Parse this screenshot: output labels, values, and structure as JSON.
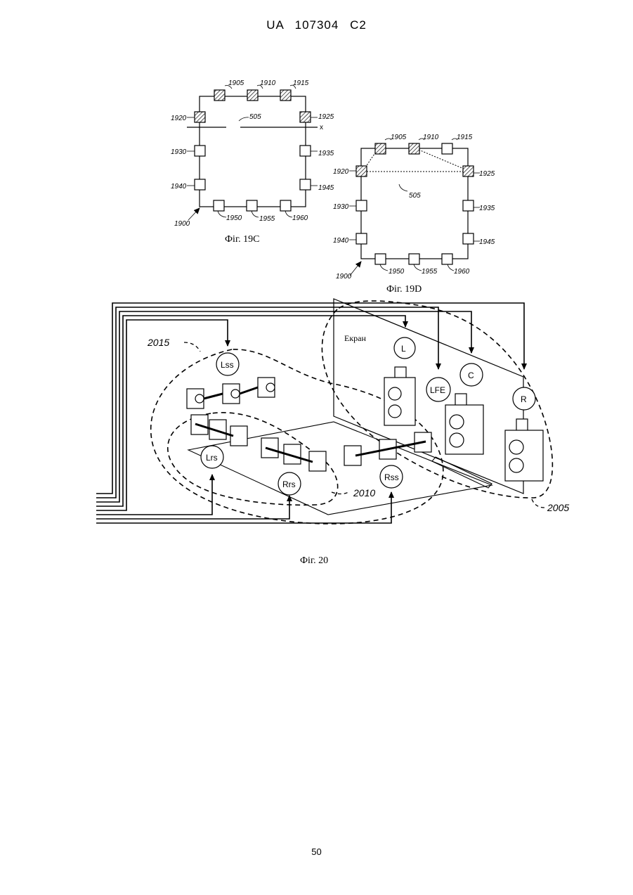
{
  "header": {
    "country": "UA",
    "number": "107304",
    "kind": "C2"
  },
  "page_number": "50",
  "fig19c": {
    "caption": "Фіг. 19С",
    "labels": {
      "n1905": "1905",
      "n1910": "1910",
      "n1915": "1915",
      "n1920": "1920",
      "n1925": "1925",
      "n505": "505",
      "x": "x",
      "n1930": "1930",
      "n1935": "1935",
      "n1940": "1940",
      "n1945": "1945",
      "n1950": "1950",
      "n1955": "1955",
      "n1960": "1960",
      "n1900": "1900"
    }
  },
  "fig19d": {
    "caption": "Фіг. 19D",
    "labels": {
      "n1905": "1905",
      "n1910": "1910",
      "n1915": "1915",
      "n1920": "1920",
      "n1925": "1925",
      "n505": "505",
      "n1930": "1930",
      "n1935": "1935",
      "n1940": "1940",
      "n1945": "1945",
      "n1950": "1950",
      "n1955": "1955",
      "n1960": "1960",
      "n1900": "1900"
    }
  },
  "fig20": {
    "caption": "Фіг. 20",
    "screen_label": "Екран",
    "ref_2015": "2015",
    "ref_2010": "2010",
    "ref_2005": "2005",
    "channels": {
      "L": "L",
      "LFE": "LFE",
      "C": "C",
      "R": "R",
      "Lss": "Lss",
      "Lrs": "Lrs",
      "Rrs": "Rrs",
      "Rss": "Rss"
    }
  }
}
